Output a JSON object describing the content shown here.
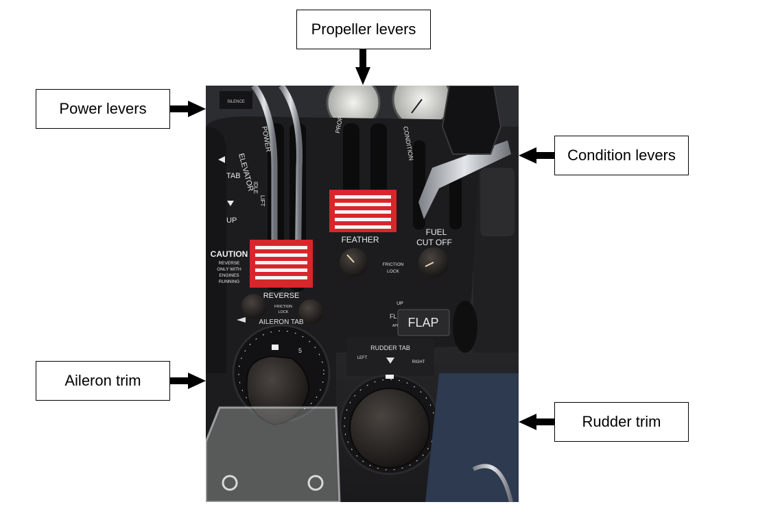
{
  "callouts": {
    "power": "Power levers",
    "propeller": "Propeller levers",
    "condition": "Condition levers",
    "aileron": "Aileron trim",
    "rudder": "Rudder trim"
  },
  "panel": {
    "elevator_tab": "ELEVATOR",
    "tab": "TAB",
    "up": "UP",
    "power": "POWER",
    "prop": "PROP",
    "condition": "CONDITION",
    "idle": "IDLE",
    "lift": "LIFT",
    "feather": "FEATHER",
    "fuel": "FUEL",
    "cut_off": "CUT OFF",
    "caution": "CAUTION",
    "caution_lines": [
      "REVERSE",
      "ONLY WITH",
      "ENGINES",
      "RUNNING"
    ],
    "reverse": "REVERSE",
    "friction": "FRICTION",
    "lock": "LOCK",
    "aileron_tab": "AILERON TAB",
    "rudder_tab": "RUDDER TAB",
    "left": "LEFT",
    "right": "RIGHT",
    "flap": "FLAP",
    "flap_up": "UP",
    "flap_label": "FL",
    "approach": "APPROACH",
    "silence": "SILENCE",
    "dial_five": "5"
  },
  "colors": {
    "panel": "#1c1c1e",
    "background": "#2a2a2c",
    "placard_red": "#d8262b",
    "placard_white": "#f4f4f4",
    "lever_chrome": "#b8bcc2"
  }
}
